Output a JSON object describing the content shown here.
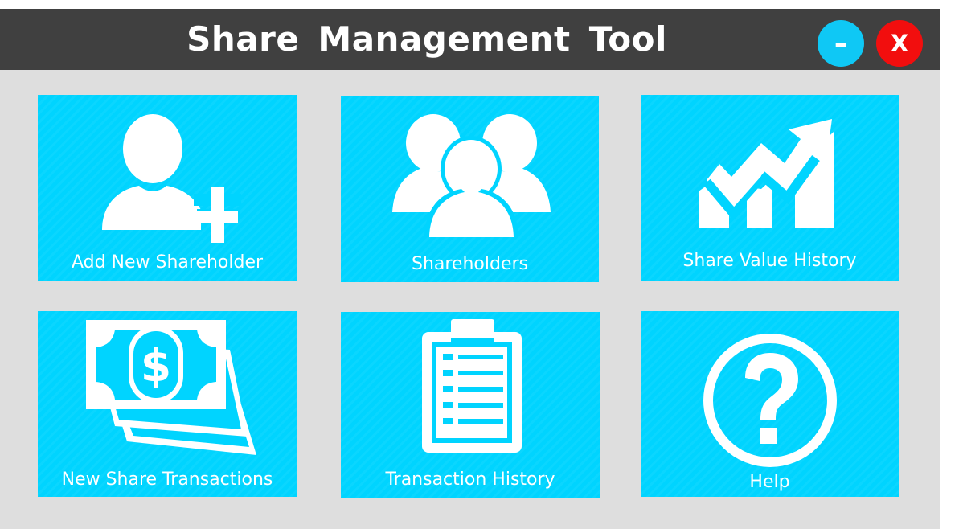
{
  "window": {
    "title": "Share Management Tool",
    "minimize_label": "–",
    "close_label": "X"
  },
  "tiles": [
    {
      "label": "Add New Shareholder",
      "icon": "add-user-icon"
    },
    {
      "label": "Shareholders",
      "icon": "group-icon"
    },
    {
      "label": "Share Value History",
      "icon": "chart-up-icon"
    },
    {
      "label": "New Share Transactions",
      "icon": "money-icon"
    },
    {
      "label": "Transaction History",
      "icon": "clipboard-list-icon"
    },
    {
      "label": "Help",
      "icon": "question-circle-icon"
    }
  ],
  "colors": {
    "title_bar": "#404040",
    "background": "#dedede",
    "tile": "#00d4ff",
    "minimize": "#0fc8f5",
    "close": "#f20e0e",
    "text": "#ffffff"
  }
}
